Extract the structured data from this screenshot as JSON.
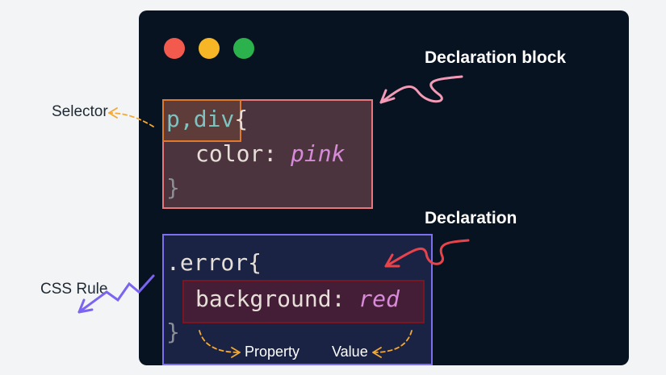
{
  "code": {
    "selector": "p,div",
    "open_brace": "{",
    "close_brace": "}",
    "property1": "color",
    "colon": ":",
    "value1": "pink",
    "class_selector": ".error",
    "property2": "background",
    "value2": "red"
  },
  "labels": {
    "declaration_block": "Declaration block",
    "selector": "Selector",
    "declaration": "Declaration",
    "css_rule": "CSS Rule",
    "property": "Property",
    "value": "Value"
  },
  "colors": {
    "window_bg": "#081321",
    "dot_red": "#f25a4e",
    "dot_yellow": "#f6b625",
    "dot_green": "#2bb24c",
    "declaration_block_border": "#e8767a",
    "selector_border": "#e07a2a",
    "rule_border": "#7d6ff0",
    "declaration_border": "#7a1620"
  }
}
